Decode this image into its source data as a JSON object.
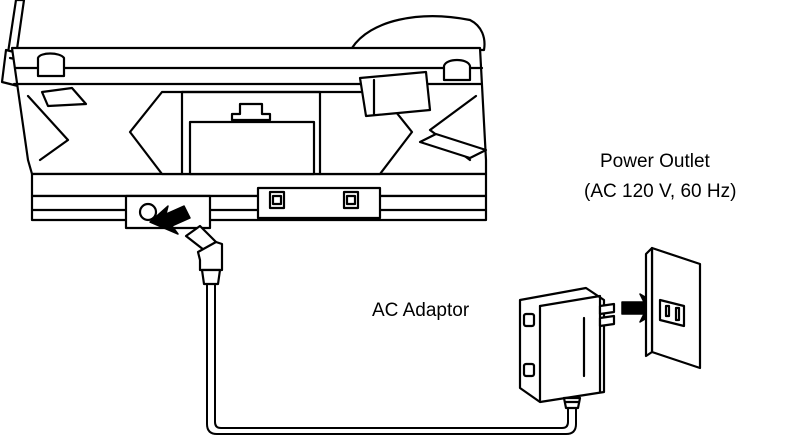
{
  "labels": {
    "power_outlet_line1": "Power Outlet",
    "power_outlet_line2": "(AC 120 V, 60 Hz)",
    "ac_adaptor": "AC Adaptor"
  },
  "colors": {
    "line": "#000000",
    "fill": "#ffffff",
    "panel": "#e8e8e8"
  },
  "icons": [
    "telephone-base-unit",
    "antenna",
    "dc-power-jack",
    "phone-jack",
    "arrow",
    "dc-plug",
    "power-cord",
    "ac-adaptor",
    "wall-outlet"
  ]
}
